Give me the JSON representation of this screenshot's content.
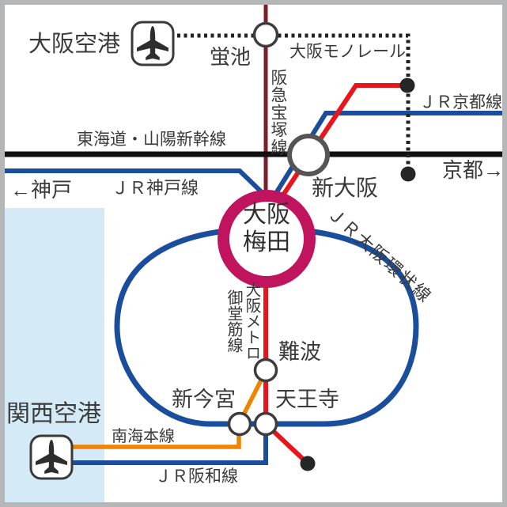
{
  "stations": {
    "hotarugaike": "蛍池",
    "shin_osaka": "新大阪",
    "umeda_line1": "大阪",
    "umeda_line2": "梅田",
    "namba": "難波",
    "shin_imamiya": "新今宮",
    "tennoji": "天王寺"
  },
  "airports": {
    "osaka": "大阪空港",
    "kansai": "関西空港"
  },
  "lines": {
    "monorail": "大阪モノレール",
    "hankyu_takarazuka": "阪急宝塚線",
    "jr_kyoto": "ＪＲ京都線",
    "shinkansen": "東海道・山陽新幹線",
    "jr_kobe": "ＪＲ神戸線",
    "jr_osaka_loop": "ＪＲ大阪環状線",
    "metro_midosuji": "大阪メトロ",
    "midosuji_line": "御堂筋線",
    "nankai_main": "南海本線",
    "jr_hanwa": "ＪＲ阪和線"
  },
  "directions": {
    "kobe": "←神戸",
    "kyoto": "京都→"
  },
  "icons": {
    "osaka_airport": "airplane-icon",
    "kansai_airport": "airplane-icon"
  },
  "colors": {
    "jr_blue": "#1a4e9d",
    "metro_red": "#e8151d",
    "hankyu_maroon": "#7a1f28",
    "nankai_orange": "#f08300",
    "umeda_ring_magenta": "#c0145e",
    "shinkansen_black": "#111111",
    "terminal_dot": "#262626",
    "station_stroke": "#3d3d3d",
    "sea_lightblue": "#d5eaf7",
    "frame_gray": "#b4b6b8",
    "text": "#3a3a3a"
  }
}
